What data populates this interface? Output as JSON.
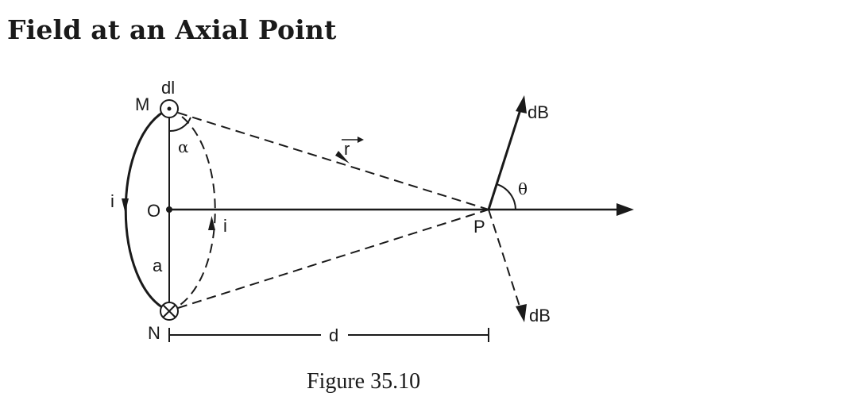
{
  "heading": "Field at an Axial Point",
  "caption": "Figure 35.10",
  "diagram": {
    "labels": {
      "dl": "dl",
      "M": "M",
      "N": "N",
      "O": "O",
      "P": "P",
      "alpha": "α",
      "i_left": "i",
      "i_right": "i",
      "a": "a",
      "d": "d",
      "r": "r",
      "theta": "θ",
      "dB_up": "dB",
      "dB_down": "dB"
    },
    "colors": {
      "ink": "#1a1a1a",
      "background": "#ffffff"
    }
  }
}
